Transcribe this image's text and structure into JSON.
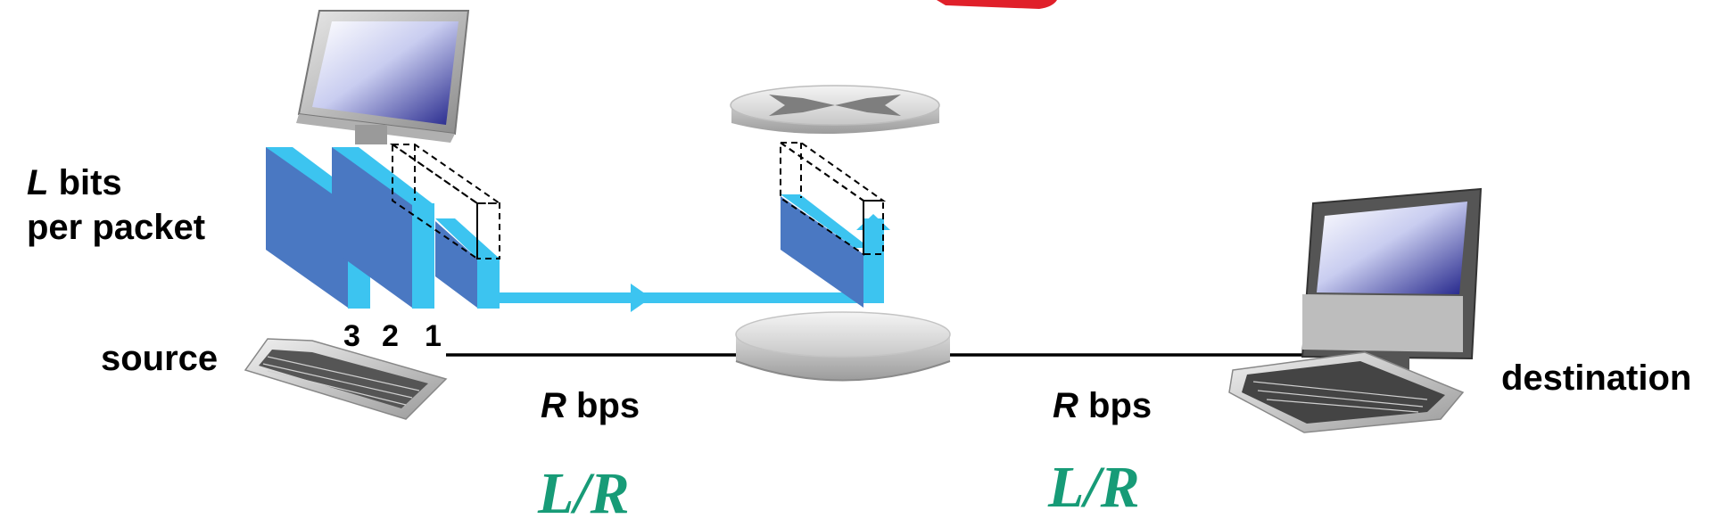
{
  "labels": {
    "packet_size": {
      "var": "L",
      "unit": "bits",
      "line2": "per packet"
    },
    "source": "source",
    "destination": "destination",
    "packet_numbers": [
      "3",
      "2",
      "1"
    ],
    "link1_rate": {
      "var": "R",
      "unit": "bps"
    },
    "link2_rate": {
      "var": "R",
      "unit": "bps"
    },
    "link1_delay": "L/R",
    "link2_delay": "L/R"
  },
  "colors": {
    "packet_face": "#4a78c2",
    "packet_edge": "#3cc4f0",
    "flow_arrow": "#3cc4f0",
    "delay_text": "#179b77",
    "link": "#000000",
    "banner": "#e0202a"
  },
  "icons": [
    "source-computer-icon",
    "router-icon",
    "destination-computer-icon"
  ]
}
